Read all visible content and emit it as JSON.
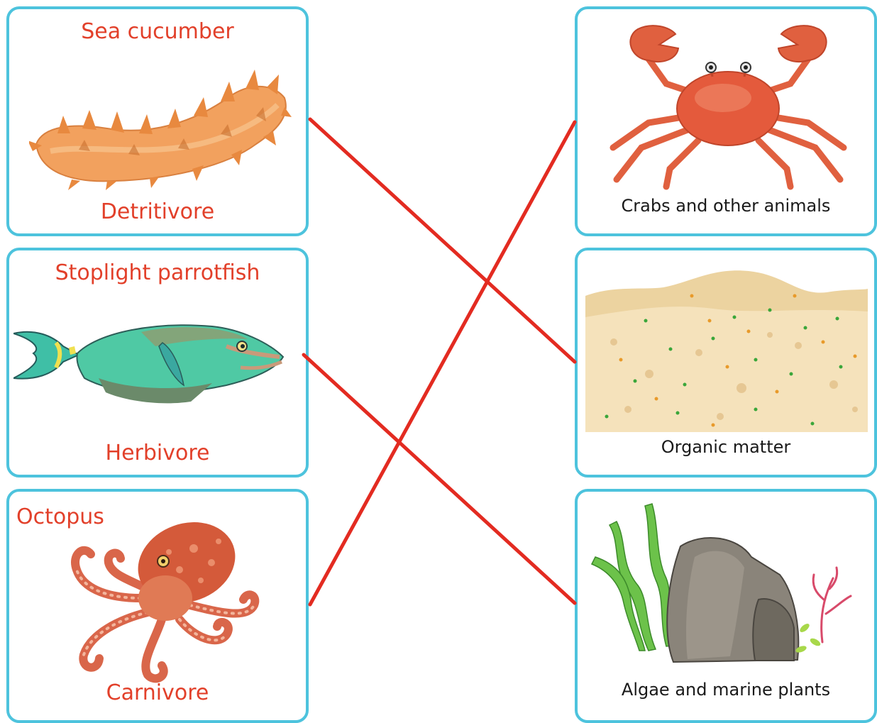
{
  "organisms": [
    {
      "name": "Sea cucumber",
      "role": "Detritivore"
    },
    {
      "name": "Stoplight parrotfish",
      "role": "Herbivore"
    },
    {
      "name": "Octopus",
      "role": "Carnivore"
    }
  ],
  "foods": [
    {
      "caption": "Crabs and other animals"
    },
    {
      "caption": "Organic matter"
    },
    {
      "caption": "Algae and marine plants"
    }
  ],
  "colors": {
    "card_border": "#4dc3dd",
    "organism_text": "#e2402a",
    "line": "#e32b21",
    "caption_text": "#1a1a1a"
  },
  "icons": [
    "sea-cucumber-illustration",
    "parrotfish-illustration",
    "octopus-illustration",
    "crab-illustration",
    "sand-illustration",
    "algae-rock-illustration"
  ]
}
